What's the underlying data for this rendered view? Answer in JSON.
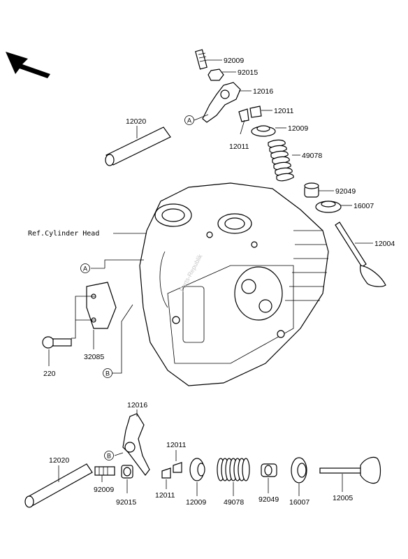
{
  "diagram": {
    "reference_label": "Ref.Cylinder Head",
    "callouts": {
      "a": "A",
      "b": "B"
    },
    "watermark": "Parts-Republik",
    "parts": {
      "p92009_top": "92009",
      "p92015_top": "92015",
      "p12016_top": "12016",
      "p12011_top_right": "12011",
      "p12020_top": "12020",
      "p12009_top": "12009",
      "p12011_top_left": "12011",
      "p49078_top": "49078",
      "p92049_top": "92049",
      "p16007_top": "16007",
      "p12004": "12004",
      "p32085": "32085",
      "p220": "220",
      "p12016_bottom": "12016",
      "p12020_bottom": "12020",
      "p12011_bottom_top": "12011",
      "p92009_bottom": "92009",
      "p92015_bottom": "92015",
      "p12011_bottom": "12011",
      "p12009_bottom": "12009",
      "p49078_bottom": "49078",
      "p92049_bottom": "92049",
      "p16007_bottom": "16007",
      "p12005": "12005"
    }
  }
}
